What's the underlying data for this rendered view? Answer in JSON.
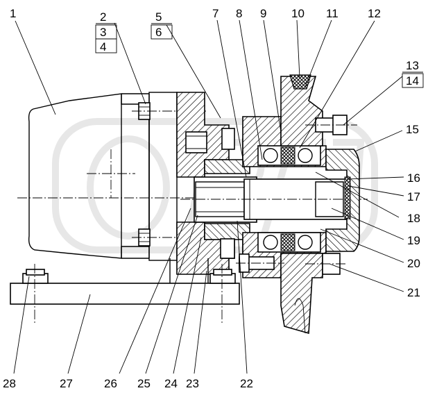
{
  "drawing": {
    "type": "engineering assembly drawing (cross-section)",
    "watermark_text": "ОРЕЛ"
  },
  "callouts": [
    {
      "id": "c1",
      "text": "1"
    },
    {
      "id": "c2",
      "text": "2"
    },
    {
      "id": "c3",
      "text": "3"
    },
    {
      "id": "c4",
      "text": "4"
    },
    {
      "id": "c5",
      "text": "5"
    },
    {
      "id": "c6",
      "text": "6"
    },
    {
      "id": "c7",
      "text": "7"
    },
    {
      "id": "c8",
      "text": "8"
    },
    {
      "id": "c9",
      "text": "9"
    },
    {
      "id": "c10",
      "text": "10"
    },
    {
      "id": "c11",
      "text": "11"
    },
    {
      "id": "c12",
      "text": "12"
    },
    {
      "id": "c13",
      "text": "13"
    },
    {
      "id": "c14",
      "text": "14"
    },
    {
      "id": "c15",
      "text": "15"
    },
    {
      "id": "c16",
      "text": "16"
    },
    {
      "id": "c17",
      "text": "17"
    },
    {
      "id": "c18",
      "text": "18"
    },
    {
      "id": "c19",
      "text": "19"
    },
    {
      "id": "c20",
      "text": "20"
    },
    {
      "id": "c21",
      "text": "21"
    },
    {
      "id": "c22",
      "text": "22"
    },
    {
      "id": "c23",
      "text": "23"
    },
    {
      "id": "c24",
      "text": "24"
    },
    {
      "id": "c25",
      "text": "25"
    },
    {
      "id": "c26",
      "text": "26"
    },
    {
      "id": "c27",
      "text": "27"
    },
    {
      "id": "c28",
      "text": "28"
    }
  ]
}
